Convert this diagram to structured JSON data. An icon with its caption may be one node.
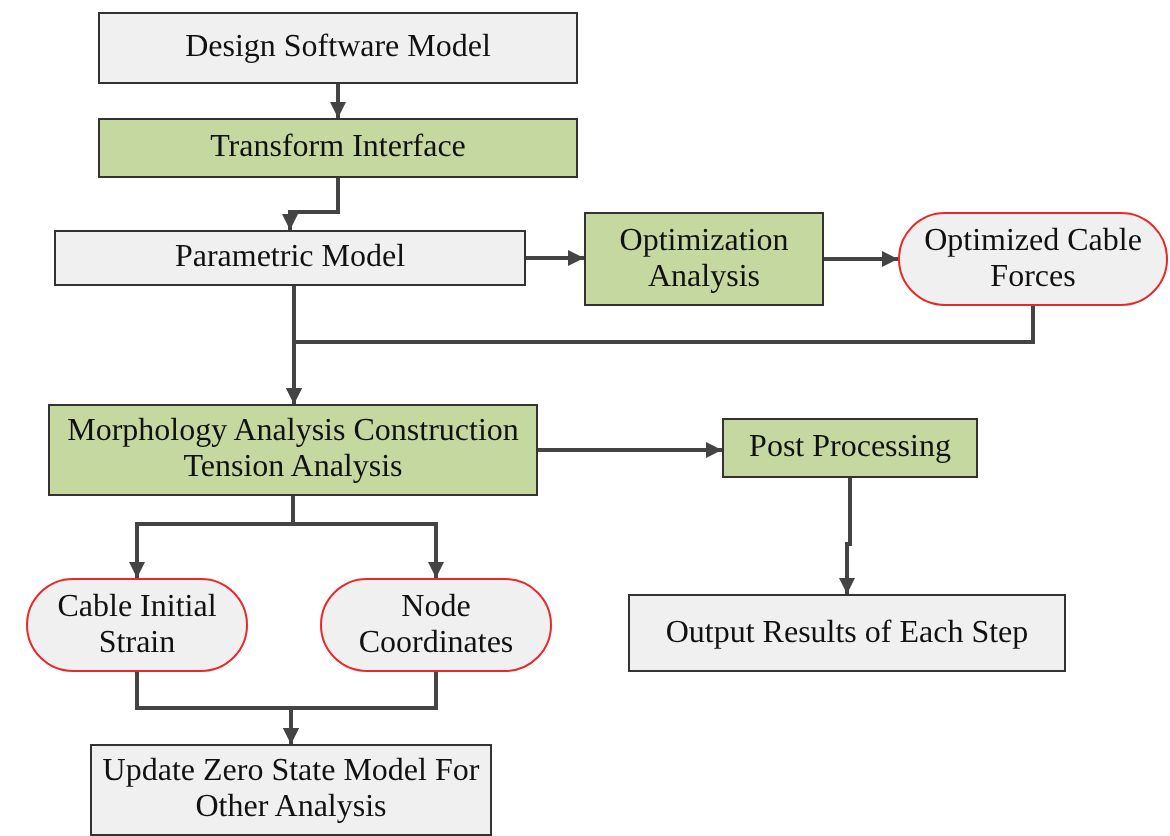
{
  "diagram": {
    "nodes": [
      {
        "text": [
          "Design Software Model"
        ]
      },
      {
        "text": [
          "Transform Interface"
        ]
      },
      {
        "text": [
          "Parametric Model"
        ]
      },
      {
        "text": [
          "Optimization Analysis"
        ]
      },
      {
        "text": [
          "Optimized Cable Forces"
        ]
      },
      {
        "text": [
          "Morphology Analysis Construction Tension Analysis"
        ]
      },
      {
        "text": [
          "Post Processing"
        ]
      },
      {
        "text": [
          "Cable Initial Strain"
        ]
      },
      {
        "text": [
          "Node Coordinates"
        ]
      },
      {
        "text": [
          "Output Results of Each Step"
        ]
      },
      {
        "text": [
          "Update Zero State Model For Other Analysis"
        ]
      }
    ],
    "edges": [
      {
        "from": 0,
        "to": 1,
        "arrow": "to"
      },
      {
        "from": 1,
        "to": 2,
        "arrow": "to"
      },
      {
        "from": 2,
        "to": 3,
        "arrow": "to"
      },
      {
        "from": 3,
        "to": 4,
        "arrow": "to"
      },
      {
        "from": 4,
        "to": 5,
        "arrow": "to"
      },
      {
        "from": 2,
        "to": 5,
        "arrow": "to"
      },
      {
        "from": 5,
        "to": 6,
        "arrow": "to"
      },
      {
        "from": 6,
        "to": 9,
        "arrow": "to"
      },
      {
        "from": 5,
        "to": 7,
        "arrow": "to"
      },
      {
        "from": 5,
        "to": 8,
        "arrow": "to"
      },
      {
        "from": 7,
        "to": 10,
        "arrow": "to"
      },
      {
        "from": 8,
        "to": 10,
        "arrow": "to"
      }
    ]
  }
}
